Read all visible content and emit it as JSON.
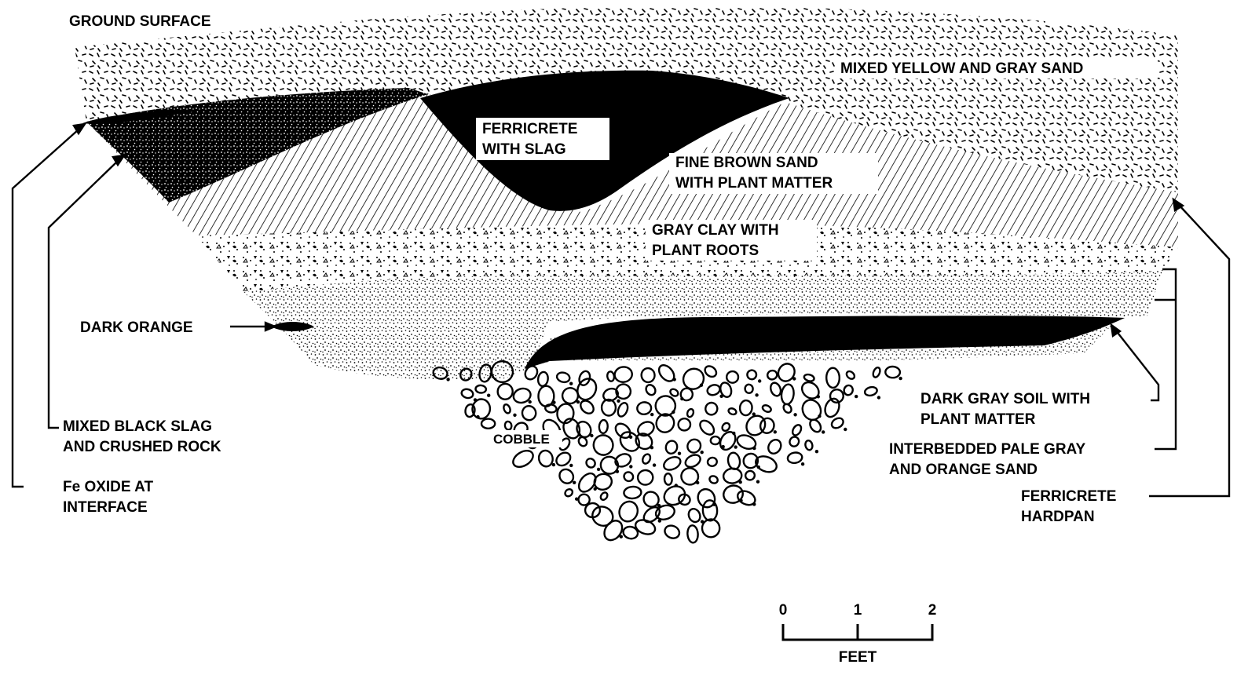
{
  "labels": {
    "ground_surface": "GROUND SURFACE",
    "yellow_gray_sand": "MIXED YELLOW AND GRAY SAND",
    "ferricrete_slag_1": "FERRICRETE",
    "ferricrete_slag_2": "WITH SLAG",
    "brown_sand_1": "FINE BROWN SAND",
    "brown_sand_2": "WITH PLANT MATTER",
    "gray_clay_1": "GRAY CLAY WITH",
    "gray_clay_2": "PLANT ROOTS",
    "dark_orange": "DARK ORANGE",
    "black_slag_1": "MIXED BLACK SLAG",
    "black_slag_2": "AND CRUSHED ROCK",
    "fe_oxide_1": "Fe OXIDE AT",
    "fe_oxide_2": "INTERFACE",
    "cobble": "COBBLE",
    "dark_gray_soil_1": "DARK GRAY SOIL WITH",
    "dark_gray_soil_2": "PLANT MATTER",
    "interbedded_1": "INTERBEDDED PALE GRAY",
    "interbedded_2": "AND ORANGE SAND",
    "hardpan_1": "FERRICRETE",
    "hardpan_2": "HARDPAN"
  },
  "scale_bar": {
    "ticks": [
      "0",
      "1",
      "2"
    ],
    "unit": "FEET"
  },
  "colors": {
    "ink": "#000000",
    "paper": "#ffffff"
  }
}
